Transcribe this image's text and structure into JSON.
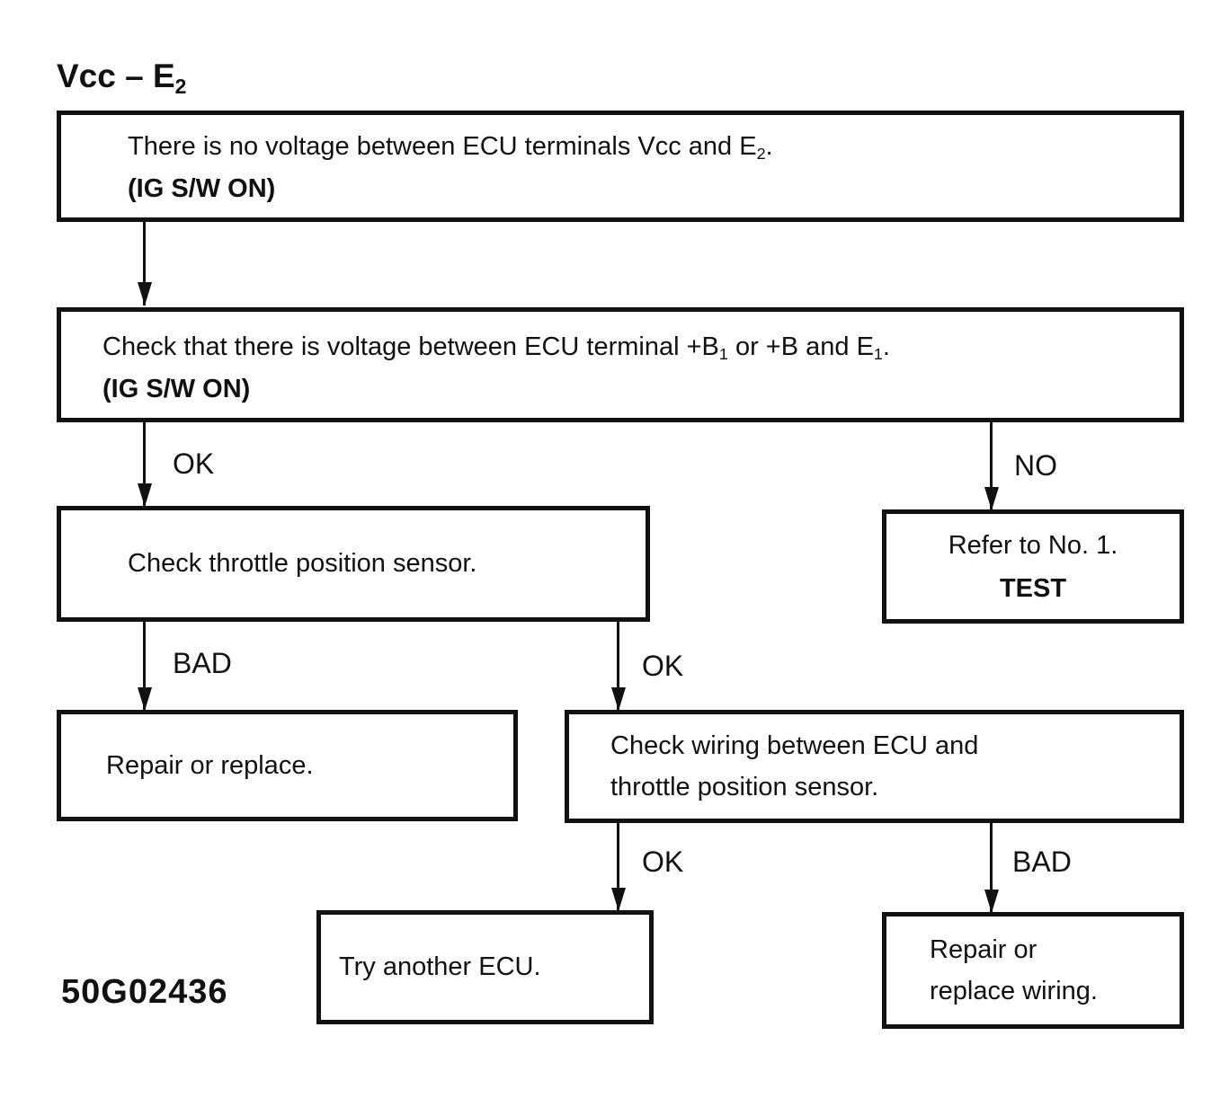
{
  "page": {
    "title_main": "Vcc – E",
    "title_sub": "2",
    "figure_code": "50G02436"
  },
  "colors": {
    "ink": "#111111",
    "paper": "#ffffff"
  },
  "boxes": {
    "start": {
      "line1a": "There is no voltage between ECU terminals Vcc and E",
      "line1sub": "2",
      "line1b": ".",
      "line2": "(IG S/W ON)"
    },
    "check_voltage": {
      "line1a": "Check that there is voltage between ECU terminal +B",
      "line1sub1": "1",
      "line1b": " or +B and E",
      "line1sub2": "1",
      "line1c": ".",
      "line2": "(IG S/W ON)"
    },
    "check_tps": {
      "text": "Check throttle position sensor."
    },
    "refer_test": {
      "line1": "Refer to No. 1.",
      "line2": "TEST"
    },
    "repair_replace": {
      "text": "Repair or replace."
    },
    "check_wiring": {
      "line1": "Check wiring between ECU and",
      "line2": "throttle position sensor."
    },
    "try_ecu": {
      "text": "Try another ECU."
    },
    "repair_wiring": {
      "line1": "Repair or",
      "line2": "replace wiring."
    }
  },
  "labels": {
    "ok1": "OK",
    "no1": "NO",
    "bad1": "BAD",
    "ok2": "OK",
    "ok3": "OK",
    "bad2": "BAD"
  }
}
